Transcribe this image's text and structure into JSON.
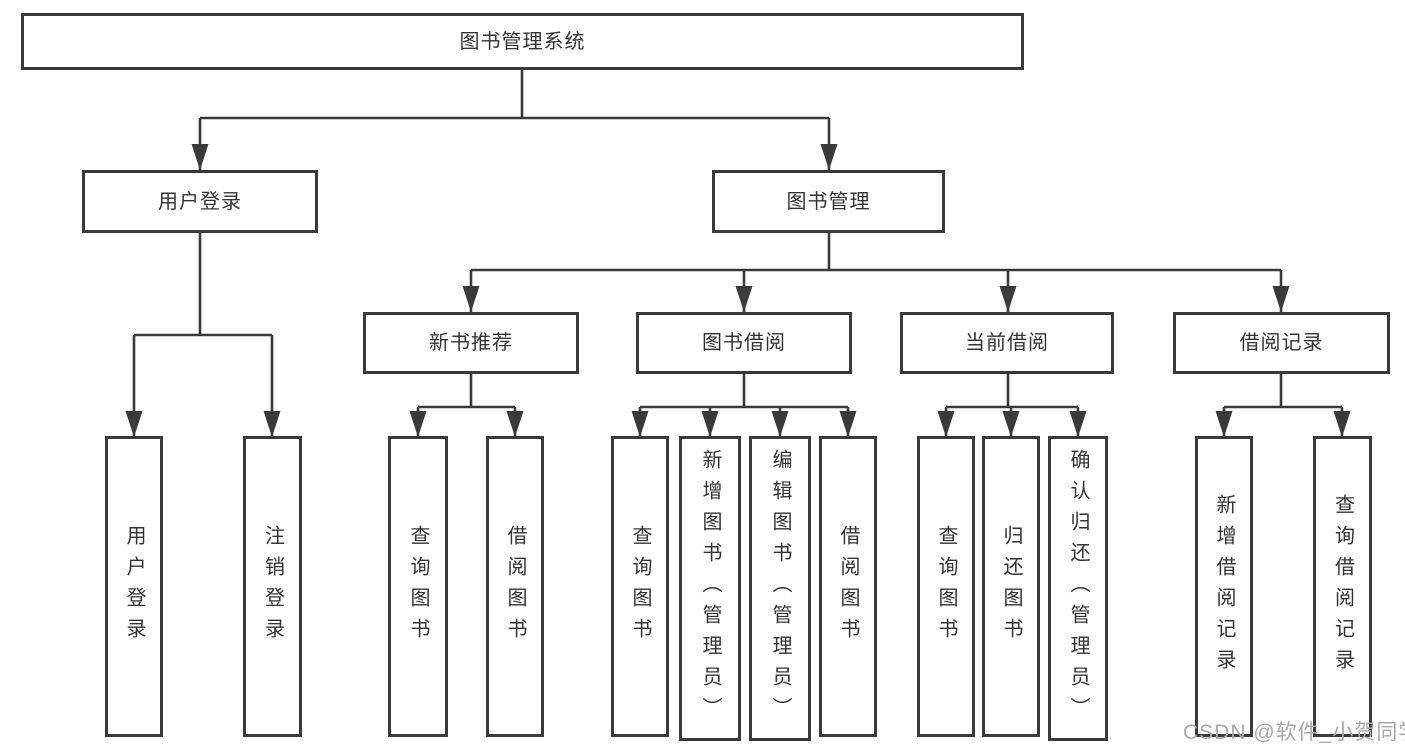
{
  "title": {
    "label": "图书管理系统"
  },
  "level1": {
    "user_login": {
      "label": "用户登录"
    },
    "book_mgmt": {
      "label": "图书管理"
    }
  },
  "level2": {
    "new_books": {
      "label": "新书推荐"
    },
    "book_borrow": {
      "label": "图书借阅"
    },
    "current_borrow": {
      "label": "当前借阅"
    },
    "borrow_records": {
      "label": "借阅记录"
    }
  },
  "leaves": {
    "user_login": [
      "用户登录",
      "注销登录"
    ],
    "new_books": [
      "查询图书",
      "借阅图书"
    ],
    "book_borrow": [
      "查询图书",
      "新增图书（管理员）",
      "编辑图书（管理员）",
      "借阅图书"
    ],
    "current_borrow": [
      "查询图书",
      "归还图书",
      "确认归还（管理员）"
    ],
    "borrow_records": [
      "新增借阅记录",
      "查询借阅记录"
    ]
  },
  "watermark": {
    "text": "CSDN @软件_小贺同学"
  },
  "colors": {
    "line": "#3a3a3a",
    "text": "#333333",
    "watermark": "#a9a9a9",
    "bg": "#ffffff"
  }
}
